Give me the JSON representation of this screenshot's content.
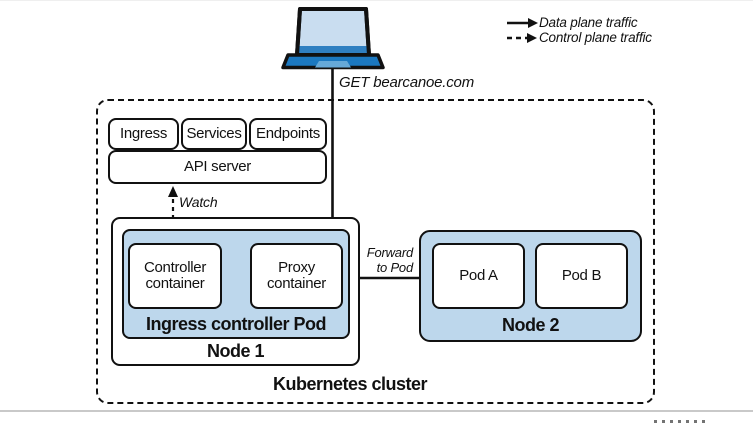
{
  "legend": {
    "data_plane_label": "Data plane traffic",
    "control_plane_label": "Control plane traffic"
  },
  "request_label": "GET bearcanoe.com",
  "cluster": {
    "label": "Kubernetes cluster",
    "api_stack": {
      "resources": [
        {
          "label": "Ingress"
        },
        {
          "label": "Services"
        },
        {
          "label": "Endpoints"
        }
      ],
      "api_server_label": "API server"
    },
    "watch_label": "Watch",
    "forward_label": "Forward to Pod",
    "node1": {
      "label": "Node 1",
      "pod": {
        "label": "Ingress controller Pod",
        "containers": [
          {
            "label": "Controller container"
          },
          {
            "label": "Proxy container"
          }
        ]
      }
    },
    "node2": {
      "label": "Node 2",
      "pods": [
        {
          "label": "Pod A"
        },
        {
          "label": "Pod B"
        }
      ]
    }
  },
  "colors": {
    "node_fill": "#bdd7ec",
    "line": "#111111",
    "laptop_screen": "#c9ddf0",
    "laptop_screen_band": "#2f7fc1",
    "laptop_base": "#1b78c0",
    "laptop_touchpad": "#66a9d8",
    "bottom_rule": "#c9c9c9"
  }
}
